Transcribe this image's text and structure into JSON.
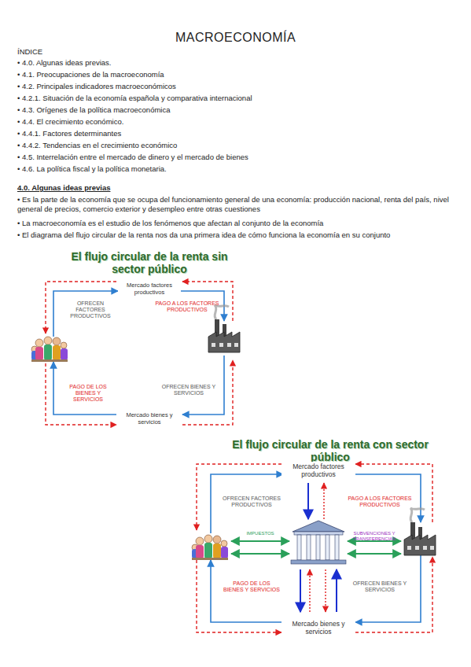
{
  "diagram": {
    "title": "MACROECONOMÍA",
    "nodes": [
      {
        "text": [
          "Mercado factores productivos"
        ]
      },
      {
        "text": [
          "Mercado bienes y servicios"
        ]
      },
      {
        "text": [
          "Mercado factores productivos"
        ]
      },
      {
        "text": [
          "Mercado bienes y servicios"
        ]
      }
    ],
    "labels": [
      "ÍNDICE",
      "• 4.0. Algunas ideas previas.",
      "• 4.1. Preocupaciones de la macroeconomía",
      "• 4.2. Principales indicadores macroeconómicos",
      "• 4.2.1. Situación de la economía española y comparativa internacional",
      "• 4.3. Orígenes de la política macroeconómica",
      "• 4.4. El crecimiento económico.",
      "• 4.4.1. Factores determinantes",
      "• 4.4.2. Tendencias en el crecimiento económico",
      "• 4.5. Interrelación entre el mercado de dinero y el mercado de bienes",
      "• 4.6. La política fiscal y la política monetaria.",
      "4.0. Algunas ideas previas",
      "• Es la parte de la economía que se ocupa del funcionamiento general de una economía: producción nacional, renta del país, nivel general de precios, comercio exterior y desempleo entre otras cuestiones",
      "• La macroeconomía es el estudio de los fenómenos que afectan al conjunto de la economía",
      "• El diagrama del flujo circular de la renta nos da una primera idea de cómo funciona la economía en su conjunto",
      "El flujo circular de la renta sin sector público",
      "OFRECEN FACTORES PRODUCTIVOS",
      "PAGO A LOS FACTORES PRODUCTIVOS",
      "PAGO DE LOS BIENES Y SERVICIOS",
      "OFRECEN BIENES Y SERVICIOS",
      "El flujo circular de la renta con sector público",
      "OFRECEN FACTORES PRODUCTIVOS",
      "PAGO A LOS FACTORES PRODUCTIVOS",
      "IMPUESTOS",
      "SUBVENCIONES Y TRANSFERENCIAS",
      "PAGO DE LOS BIENES Y SERVICIOS",
      "OFRECEN BIENES Y SERVICIOS"
    ]
  }
}
